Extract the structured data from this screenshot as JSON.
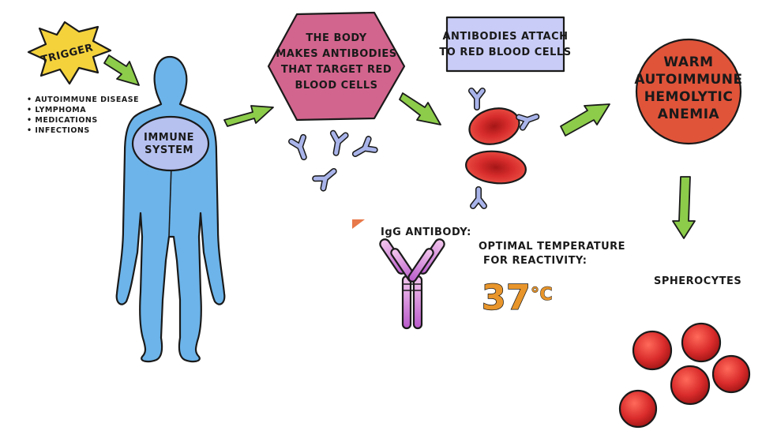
{
  "trigger": {
    "label": "TRIGGER",
    "causes": [
      "• AUTOIMMUNE DISEASE",
      "• LYMPHOMA",
      "• MEDICATIONS",
      "• INFECTIONS"
    ]
  },
  "immune_system": {
    "line1": "IMMUNE",
    "line2": "SYSTEM"
  },
  "hexagon": {
    "lines": [
      "THE BODY",
      "MAKES ANTIBODIES",
      "THAT TARGET RED",
      "BLOOD CELLS"
    ]
  },
  "attach_box": {
    "lines": [
      "ANTIBODIES ATTACH",
      "TO RED BLOOD CELLS"
    ]
  },
  "result_circle": {
    "lines": [
      "WARM",
      "AUTOIMMUNE",
      "HEMOLYTIC",
      "ANEMIA"
    ]
  },
  "igg": {
    "label": "IgG ANTIBODY:"
  },
  "temperature": {
    "caption_line1": "OPTIMAL TEMPERATURE",
    "caption_line2": "FOR REACTIVITY:",
    "value": "37",
    "unit": "°C"
  },
  "spherocytes": {
    "label": "SPHEROCYTES"
  },
  "colors": {
    "trigger_star": "#f4d23c",
    "body": "#6cb4ea",
    "immune_oval": "#b6c1f0",
    "hexagon": "#d2658d",
    "attach_box": "#c8ccf6",
    "result_circle": "#e0543a",
    "red_cell": "#d92b2b",
    "arrow": "#8ccc4a",
    "igg": "#c977d6",
    "temperature": "#e8952b"
  }
}
